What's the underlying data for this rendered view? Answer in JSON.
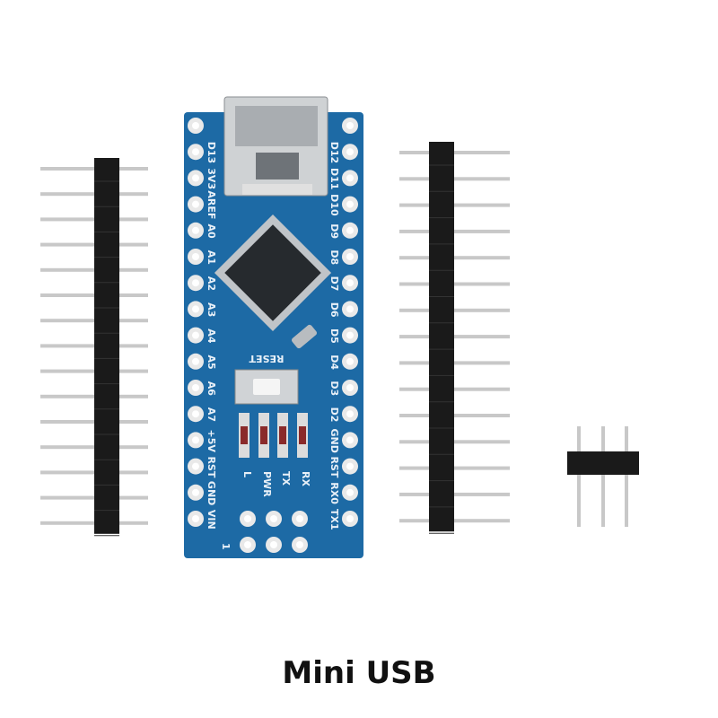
{
  "caption": "Mini USB",
  "board": {
    "left_pins": [
      "D13",
      "3V3",
      "AREF",
      "A0",
      "A1",
      "A2",
      "A3",
      "A4",
      "A5",
      "A6",
      "A7",
      "+5V",
      "RST",
      "GND",
      "VIN"
    ],
    "right_pins": [
      "D12",
      "D11",
      "D10",
      "D9",
      "D8",
      "D7",
      "D6",
      "D5",
      "D4",
      "D3",
      "D2",
      "GND",
      "RST",
      "RX0",
      "TX1"
    ],
    "reset_label": "RESET",
    "led_labels": [
      "L",
      "PWR",
      "TX",
      "RX"
    ],
    "icsp_label": "1",
    "colors": {
      "pcb": "#1d6aa5",
      "header": "#1a1a1a",
      "pin": "#c8c8c8"
    }
  }
}
